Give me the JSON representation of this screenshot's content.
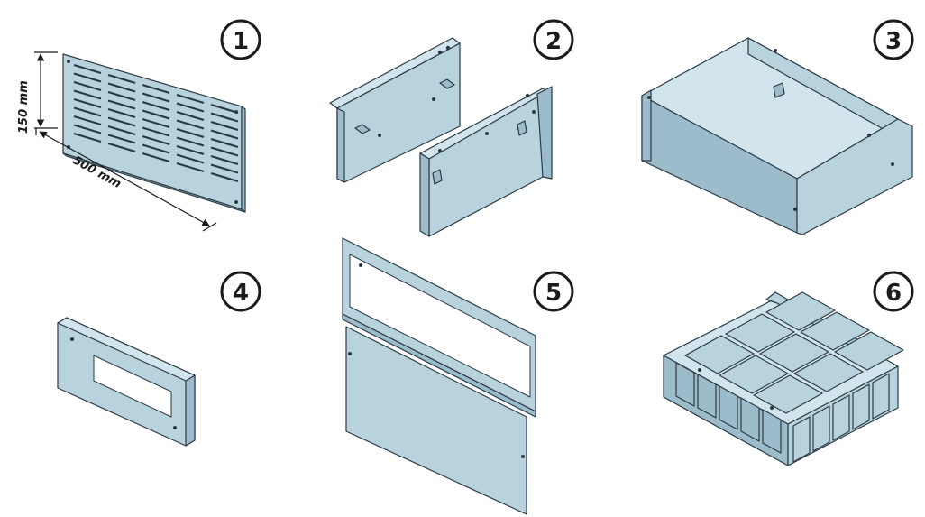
{
  "parts": [
    {
      "number": "1"
    },
    {
      "number": "2"
    },
    {
      "number": "3"
    },
    {
      "number": "4"
    },
    {
      "number": "5"
    },
    {
      "number": "6"
    }
  ],
  "dimensions": {
    "height_label": "150 mm",
    "width_label": "500 mm"
  },
  "colors": {
    "sheet_metal": "#b9d3de",
    "outline": "#2a3a44"
  }
}
